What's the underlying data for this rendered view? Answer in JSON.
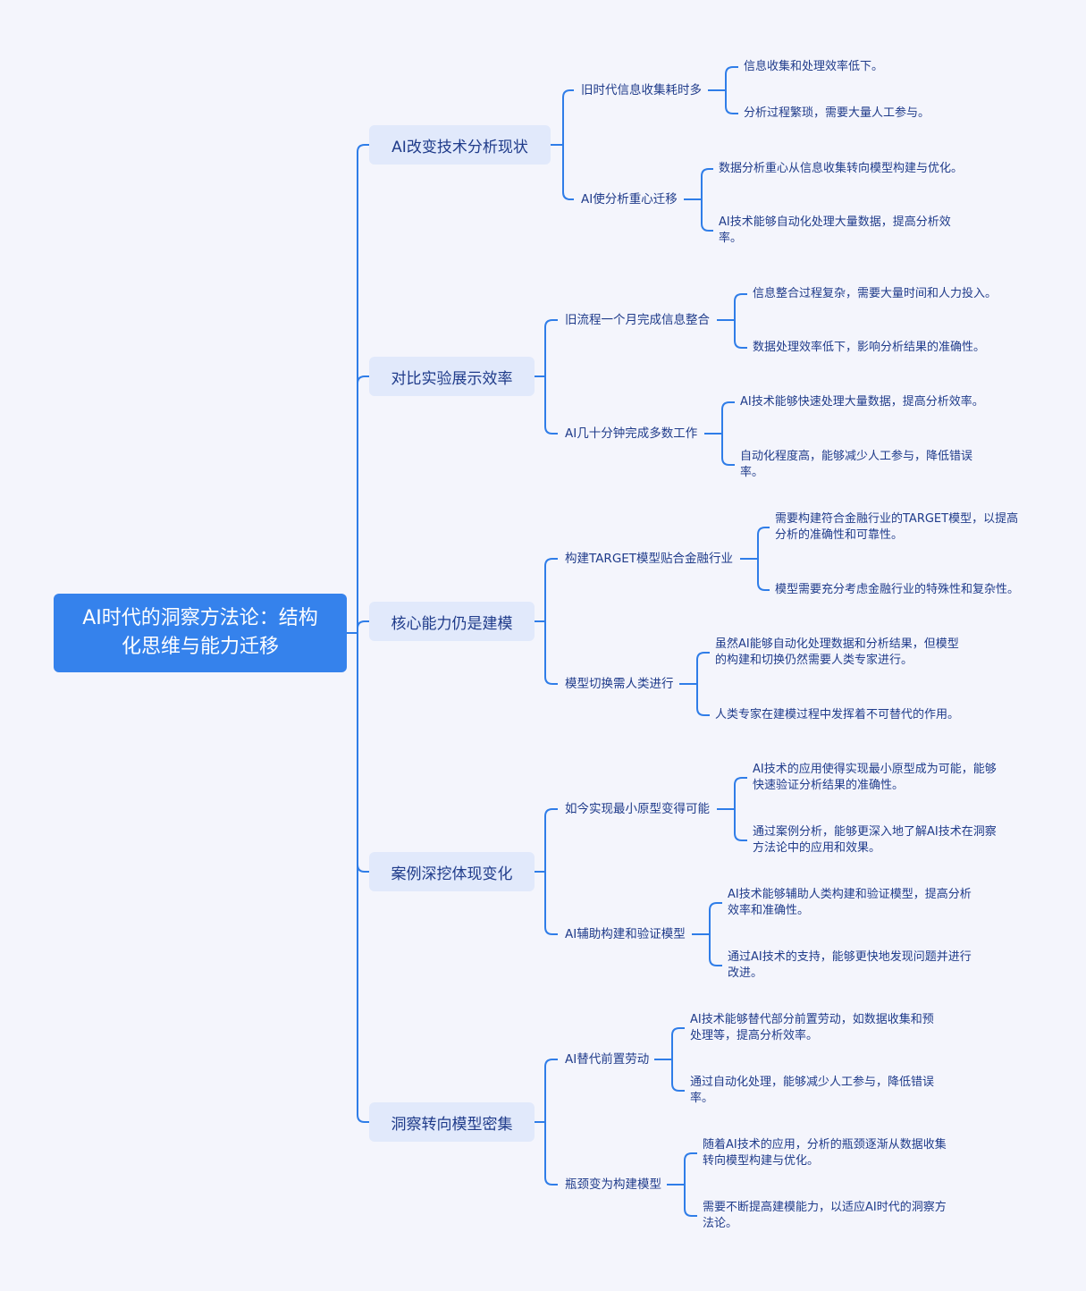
{
  "root": {
    "title": "AI时代的洞察方法论：结构化思维与能力迁移"
  },
  "colors": {
    "root": "#3582ec",
    "branch_box": "#e1e9fb",
    "line": "#2f7de8",
    "text": "#1f3b8a",
    "background": "#f4f5fc"
  },
  "branches": [
    {
      "label": "AI改变技术分析现状",
      "children": [
        {
          "label": "旧时代信息收集耗时多",
          "leaves": [
            "信息收集和处理效率低下。",
            "分析过程繁琐，需要大量人工参与。"
          ]
        },
        {
          "label": "AI使分析重心迁移",
          "leaves": [
            "数据分析重心从信息收集转向模型构建与优化。",
            "AI技术能够自动化处理大量数据，提高分析效率。"
          ]
        }
      ]
    },
    {
      "label": "对比实验展示效率",
      "children": [
        {
          "label": "旧流程一个月完成信息整合",
          "leaves": [
            "信息整合过程复杂，需要大量时间和人力投入。",
            "数据处理效率低下，影响分析结果的准确性。"
          ]
        },
        {
          "label": "AI几十分钟完成多数工作",
          "leaves": [
            "AI技术能够快速处理大量数据，提高分析效率。",
            "自动化程度高，能够减少人工参与，降低错误率。"
          ]
        }
      ]
    },
    {
      "label": "核心能力仍是建模",
      "children": [
        {
          "label": "构建TARGET模型贴合金融行业",
          "leaves": [
            "需要构建符合金融行业的TARGET模型，以提高分析的准确性和可靠性。",
            "模型需要充分考虑金融行业的特殊性和复杂性。"
          ]
        },
        {
          "label": "模型切换需人类进行",
          "leaves": [
            "虽然AI能够自动化处理数据和分析结果，但模型的构建和切换仍然需要人类专家进行。",
            "人类专家在建模过程中发挥着不可替代的作用。"
          ]
        }
      ]
    },
    {
      "label": "案例深挖体现变化",
      "children": [
        {
          "label": "如今实现最小原型变得可能",
          "leaves": [
            "AI技术的应用使得实现最小原型成为可能，能够快速验证分析结果的准确性。",
            "通过案例分析，能够更深入地了解AI技术在洞察方法论中的应用和效果。"
          ]
        },
        {
          "label": "AI辅助构建和验证模型",
          "leaves": [
            "AI技术能够辅助人类构建和验证模型，提高分析效率和准确性。",
            "通过AI技术的支持，能够更快地发现问题并进行改进。"
          ]
        }
      ]
    },
    {
      "label": "洞察转向模型密集",
      "children": [
        {
          "label": "AI替代前置劳动",
          "leaves": [
            "AI技术能够替代部分前置劳动，如数据收集和预处理等，提高分析效率。",
            "通过自动化处理，能够减少人工参与，降低错误率。"
          ]
        },
        {
          "label": "瓶颈变为构建模型",
          "leaves": [
            "随着AI技术的应用，分析的瓶颈逐渐从数据收集转向模型构建与优化。",
            "需要不断提高建模能力，以适应AI时代的洞察方法论。"
          ]
        }
      ]
    }
  ]
}
